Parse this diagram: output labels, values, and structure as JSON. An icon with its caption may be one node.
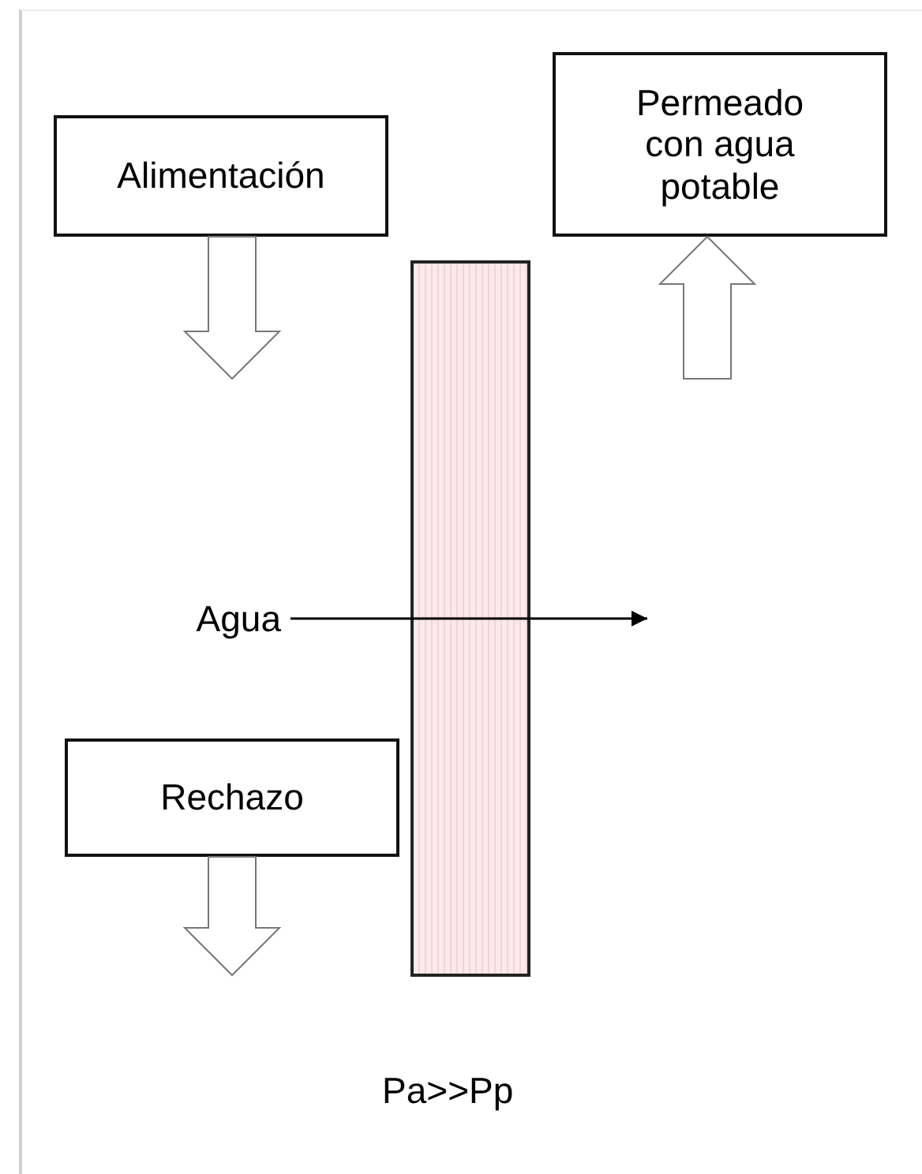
{
  "diagram": {
    "nodes": [
      {
        "text": [
          "Alimentación"
        ]
      },
      {
        "text": [
          "Permeado con agua potable"
        ]
      },
      {
        "text": [
          "Agua"
        ]
      },
      {
        "text": [
          "Rechazo"
        ]
      },
      {
        "text": [],
        "shape": "bar"
      }
    ],
    "edges": [
      {
        "from": 0,
        "to": null,
        "arrow": "to",
        "style": "thick"
      },
      {
        "from": null,
        "to": 1,
        "arrow": "to",
        "style": "thick"
      },
      {
        "from": 2,
        "to": null,
        "arrow": "to"
      },
      {
        "from": 3,
        "to": null,
        "arrow": "to",
        "style": "thick"
      }
    ],
    "labels": [
      "Pa>>Pp"
    ]
  }
}
